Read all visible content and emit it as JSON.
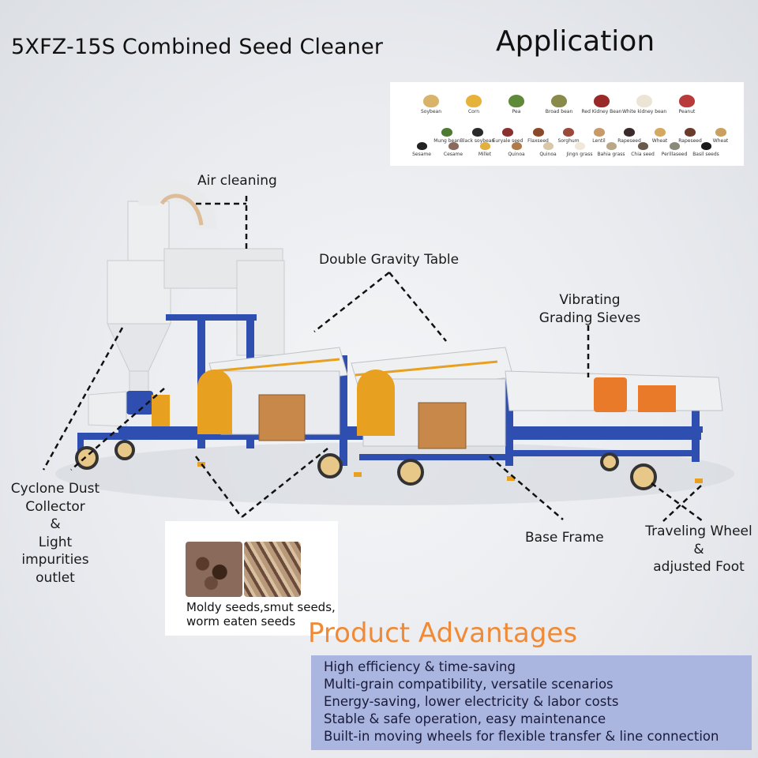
{
  "title": "5XFZ-15S Combined Seed Cleaner",
  "application": {
    "heading": "Application",
    "seeds_row1": [
      {
        "name": "Soybean",
        "color": "#d9b36a"
      },
      {
        "name": "Corn",
        "color": "#e6b23a"
      },
      {
        "name": "Pea",
        "color": "#5f8a3a"
      },
      {
        "name": "Broad bean",
        "color": "#8a8a4a"
      },
      {
        "name": "Red Kidney Bean",
        "color": "#9a2a2a"
      },
      {
        "name": "White kidney bean",
        "color": "#ece4d4"
      },
      {
        "name": "Peanut",
        "color": "#b83a3a"
      }
    ],
    "seeds_row2": [
      {
        "name": "Mung bean",
        "color": "#4e7a34"
      },
      {
        "name": "Black soybean",
        "color": "#2a2a2a"
      },
      {
        "name": "Euryale seed",
        "color": "#8a3030"
      },
      {
        "name": "Flaxseed",
        "color": "#8a4a2a"
      },
      {
        "name": "Sorghum",
        "color": "#9a4a3a"
      },
      {
        "name": "Lentil",
        "color": "#c89a6a"
      },
      {
        "name": "Rapeseed",
        "color": "#3a2a2a"
      },
      {
        "name": "Wheat",
        "color": "#d4a860"
      },
      {
        "name": "Rapeseed",
        "color": "#6a3a2a"
      },
      {
        "name": "Wheat",
        "color": "#caa060"
      }
    ],
    "seeds_row3": [
      {
        "name": "Sesame",
        "color": "#222222"
      },
      {
        "name": "Cesame",
        "color": "#8a6a5a"
      },
      {
        "name": "Millet",
        "color": "#e0b040"
      },
      {
        "name": "Quinoa",
        "color": "#b07a4a"
      },
      {
        "name": "Quinoa",
        "color": "#d8c8a8"
      },
      {
        "name": "Jingn grass",
        "color": "#f0e8d8"
      },
      {
        "name": "Bahia grass",
        "color": "#b8a888"
      },
      {
        "name": "Chia seed",
        "color": "#6a5a4a"
      },
      {
        "name": "Perillaseed",
        "color": "#8a8a7a"
      },
      {
        "name": "Basil seeds",
        "color": "#1a1a1a"
      }
    ]
  },
  "callouts": {
    "air_cleaning": "Air cleaning",
    "double_gravity_table": "Double Gravity Table",
    "vibrating_line1": "Vibrating",
    "vibrating_line2": "Grading Sieves",
    "cyclone_lines": [
      "Cyclone Dust",
      "Collector",
      "&",
      "Light",
      "impurities",
      "outlet"
    ],
    "base_frame": "Base Frame",
    "wheel_lines": [
      "Traveling Wheel",
      "&",
      "adjusted Foot"
    ]
  },
  "defects": {
    "text_line1": "Moldy seeds,smut seeds,",
    "text_line2": "worm eaten seeds"
  },
  "advantages": {
    "heading": "Product Advantages",
    "items": [
      "High efficiency & time-saving",
      "Multi-grain compatibility, versatile scenarios",
      "Energy-saving, lower electricity & labor costs",
      "Stable & safe operation, easy maintenance",
      "Built-in moving wheels for flexible transfer & line connection"
    ]
  },
  "colors": {
    "frame_blue": "#2e4fb0",
    "machine_white": "#eef0f2",
    "accent_orange": "#f08a36",
    "gravity_orange": "#e8a020",
    "advantage_box": "#aab6df"
  }
}
